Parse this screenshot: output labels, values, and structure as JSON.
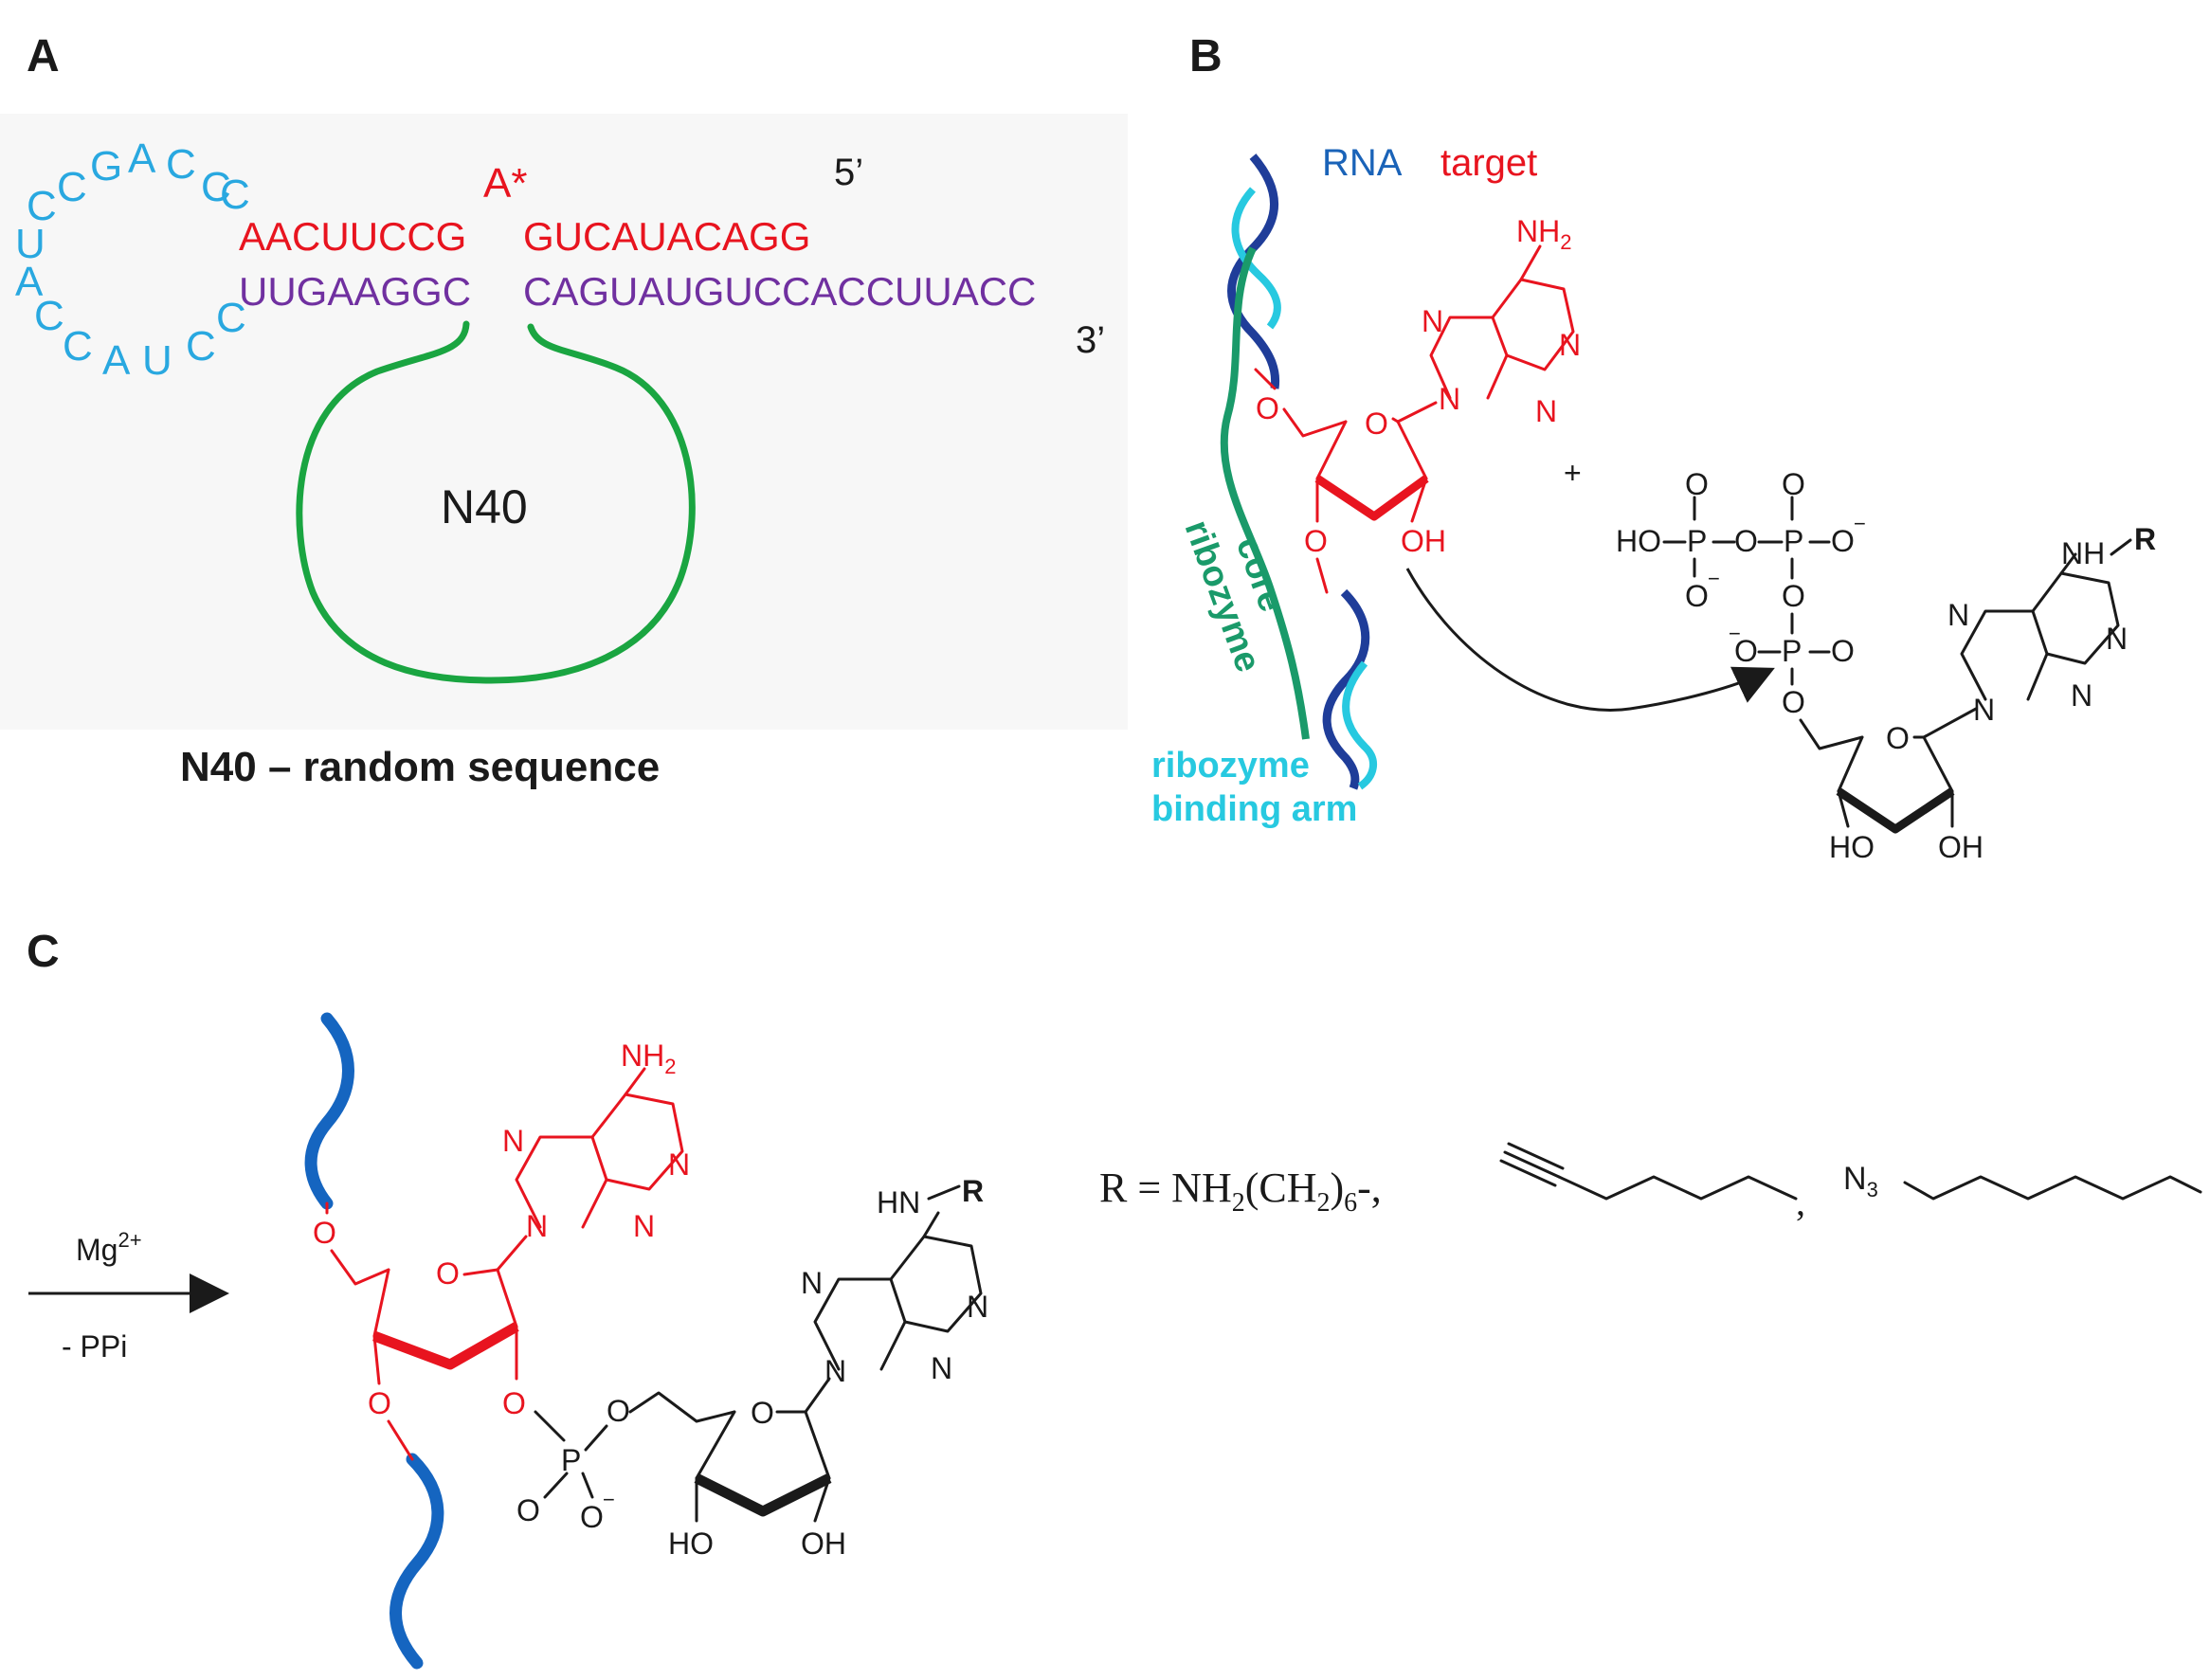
{
  "panels": {
    "a": {
      "label": "A",
      "loop_bases": [
        "C",
        "G",
        "A",
        "C",
        "C",
        "C",
        "C",
        "U",
        "A",
        "C",
        "C",
        "A",
        "U",
        "C",
        "C"
      ],
      "cleavage_site": "A*",
      "top_left_strand": "AACUUCCG",
      "top_right_strand": "GUCAUACAGG",
      "bottom_left_strand": "UUGAAGGC",
      "bottom_right_strand": "CAGUAUGUCCACCUUACC",
      "five_prime": "5’",
      "three_prime": "3’",
      "loop_label": "N40",
      "caption": "N40 – random sequence"
    },
    "b": {
      "label": "B",
      "rna_label": "RNA",
      "target_label": "target",
      "core_label": [
        "ribozyme",
        "core"
      ],
      "arm_label": [
        "ribozyme",
        "binding arm"
      ],
      "plus": "+"
    },
    "c": {
      "label": "C",
      "reagent": "Mg",
      "reagent_charge": "2+",
      "byproduct": "- PPi",
      "r_definition": "R = NH",
      "r_sub1": "2",
      "r_mid": "(CH",
      "r_sub2": "2",
      "r_close": ")",
      "r_sub3": "6",
      "r_tail": "-,",
      "sep": ",",
      "azide": "N",
      "azide_sub": "3"
    },
    "chem": {
      "nh2": "NH",
      "nh2_sub": "2",
      "nh": "NH",
      "hn": "HN",
      "r": "R",
      "n": "N",
      "o": "O",
      "p": "P",
      "oh": "OH",
      "ho": "HO",
      "o_minus": "O",
      "minus": "−"
    }
  },
  "colors": {
    "black": "#1a1a1a",
    "loop_blue": "#29a8e0",
    "red": "#e8141f",
    "purple": "#7030a0",
    "green": "#1aa541",
    "rna_dark_blue": "#1f3d99",
    "rna_blue": "#1a63b8",
    "cyan": "#27c9e0",
    "teal_green": "#1a9a6a",
    "backbone_blue": "#1565c0"
  }
}
